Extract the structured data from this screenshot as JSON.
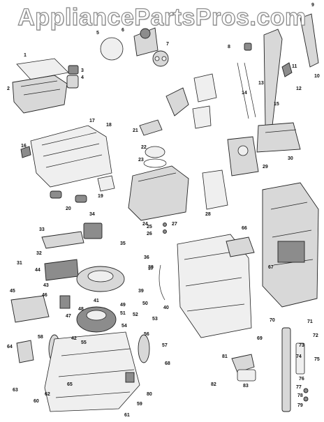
{
  "watermark": "AppliancePartsPros.com",
  "callouts": [
    "1",
    "2",
    "3",
    "4",
    "5",
    "6",
    "7",
    "8",
    "9",
    "10",
    "11",
    "12",
    "13",
    "14",
    "15",
    "16",
    "17",
    "18",
    "19",
    "20",
    "21",
    "22",
    "23",
    "24",
    "25",
    "26",
    "27",
    "28",
    "29",
    "30",
    "31",
    "32",
    "33",
    "34",
    "35",
    "36",
    "37",
    "38",
    "39",
    "40",
    "41",
    "42",
    "43",
    "44",
    "45",
    "46",
    "47",
    "48",
    "49",
    "50",
    "51",
    "52",
    "53",
    "54",
    "55",
    "56",
    "57",
    "58",
    "59",
    "60",
    "61",
    "62",
    "63",
    "64",
    "65",
    "66",
    "67",
    "68",
    "69",
    "70",
    "71",
    "72",
    "73",
    "74",
    "75",
    "76",
    "77",
    "78",
    "79",
    "80",
    "81",
    "82",
    "83"
  ]
}
